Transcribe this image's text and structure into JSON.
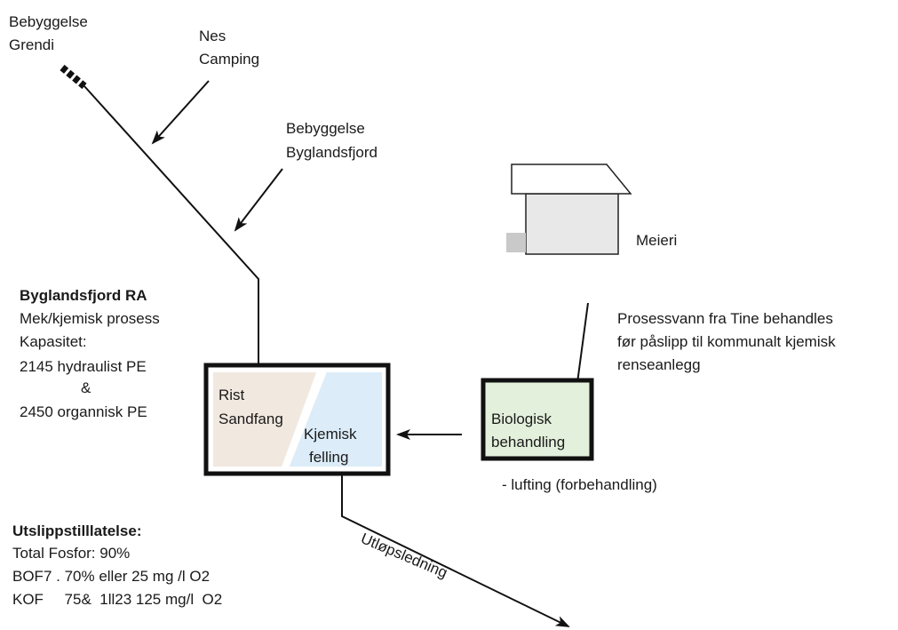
{
  "sources": {
    "grendi": [
      "Bebyggelse",
      "Grendi"
    ],
    "camping": [
      "Nes",
      "Camping"
    ],
    "byglandsfjord": [
      "Bebyggelse",
      "Byglandsfjord"
    ]
  },
  "dairy": {
    "label": "Meieri",
    "note": [
      "Prosessvann fra Tine behandles",
      "før påslipp til kommunalt kjemisk",
      "renseanlegg"
    ]
  },
  "plant": {
    "name": "Byglandsfjord RA",
    "process": "Mek/kjemisk prosess",
    "capacity_label": "Kapasitet:",
    "hydraulic": "2145  hydraulist PE",
    "ampersand": "&",
    "organic": "2450 organnisk PE",
    "zone_left": [
      "Rist",
      "Sandfang"
    ],
    "zone_right": [
      "Kjemisk",
      "felling"
    ]
  },
  "bio": {
    "label": [
      "Biologisk",
      "behandling"
    ],
    "note": "- lufting (forbehandling)"
  },
  "outlet": {
    "label": "Utløpsledning"
  },
  "permit": {
    "title": "Utslippstilllatelse:",
    "lines": [
      "Total Fosfor: 90%",
      "BOF7 . 70% eller 25 mg /l  O2",
      "KOF     75&  1ll23 125 mg/l  O2"
    ]
  },
  "colors": {
    "zone_left": "#f1e8e0",
    "zone_right": "#dcecf8",
    "bio_fill": "#e3f0dc",
    "house_fill": "#e8e8e8",
    "house_block": "#c9c9c9"
  }
}
